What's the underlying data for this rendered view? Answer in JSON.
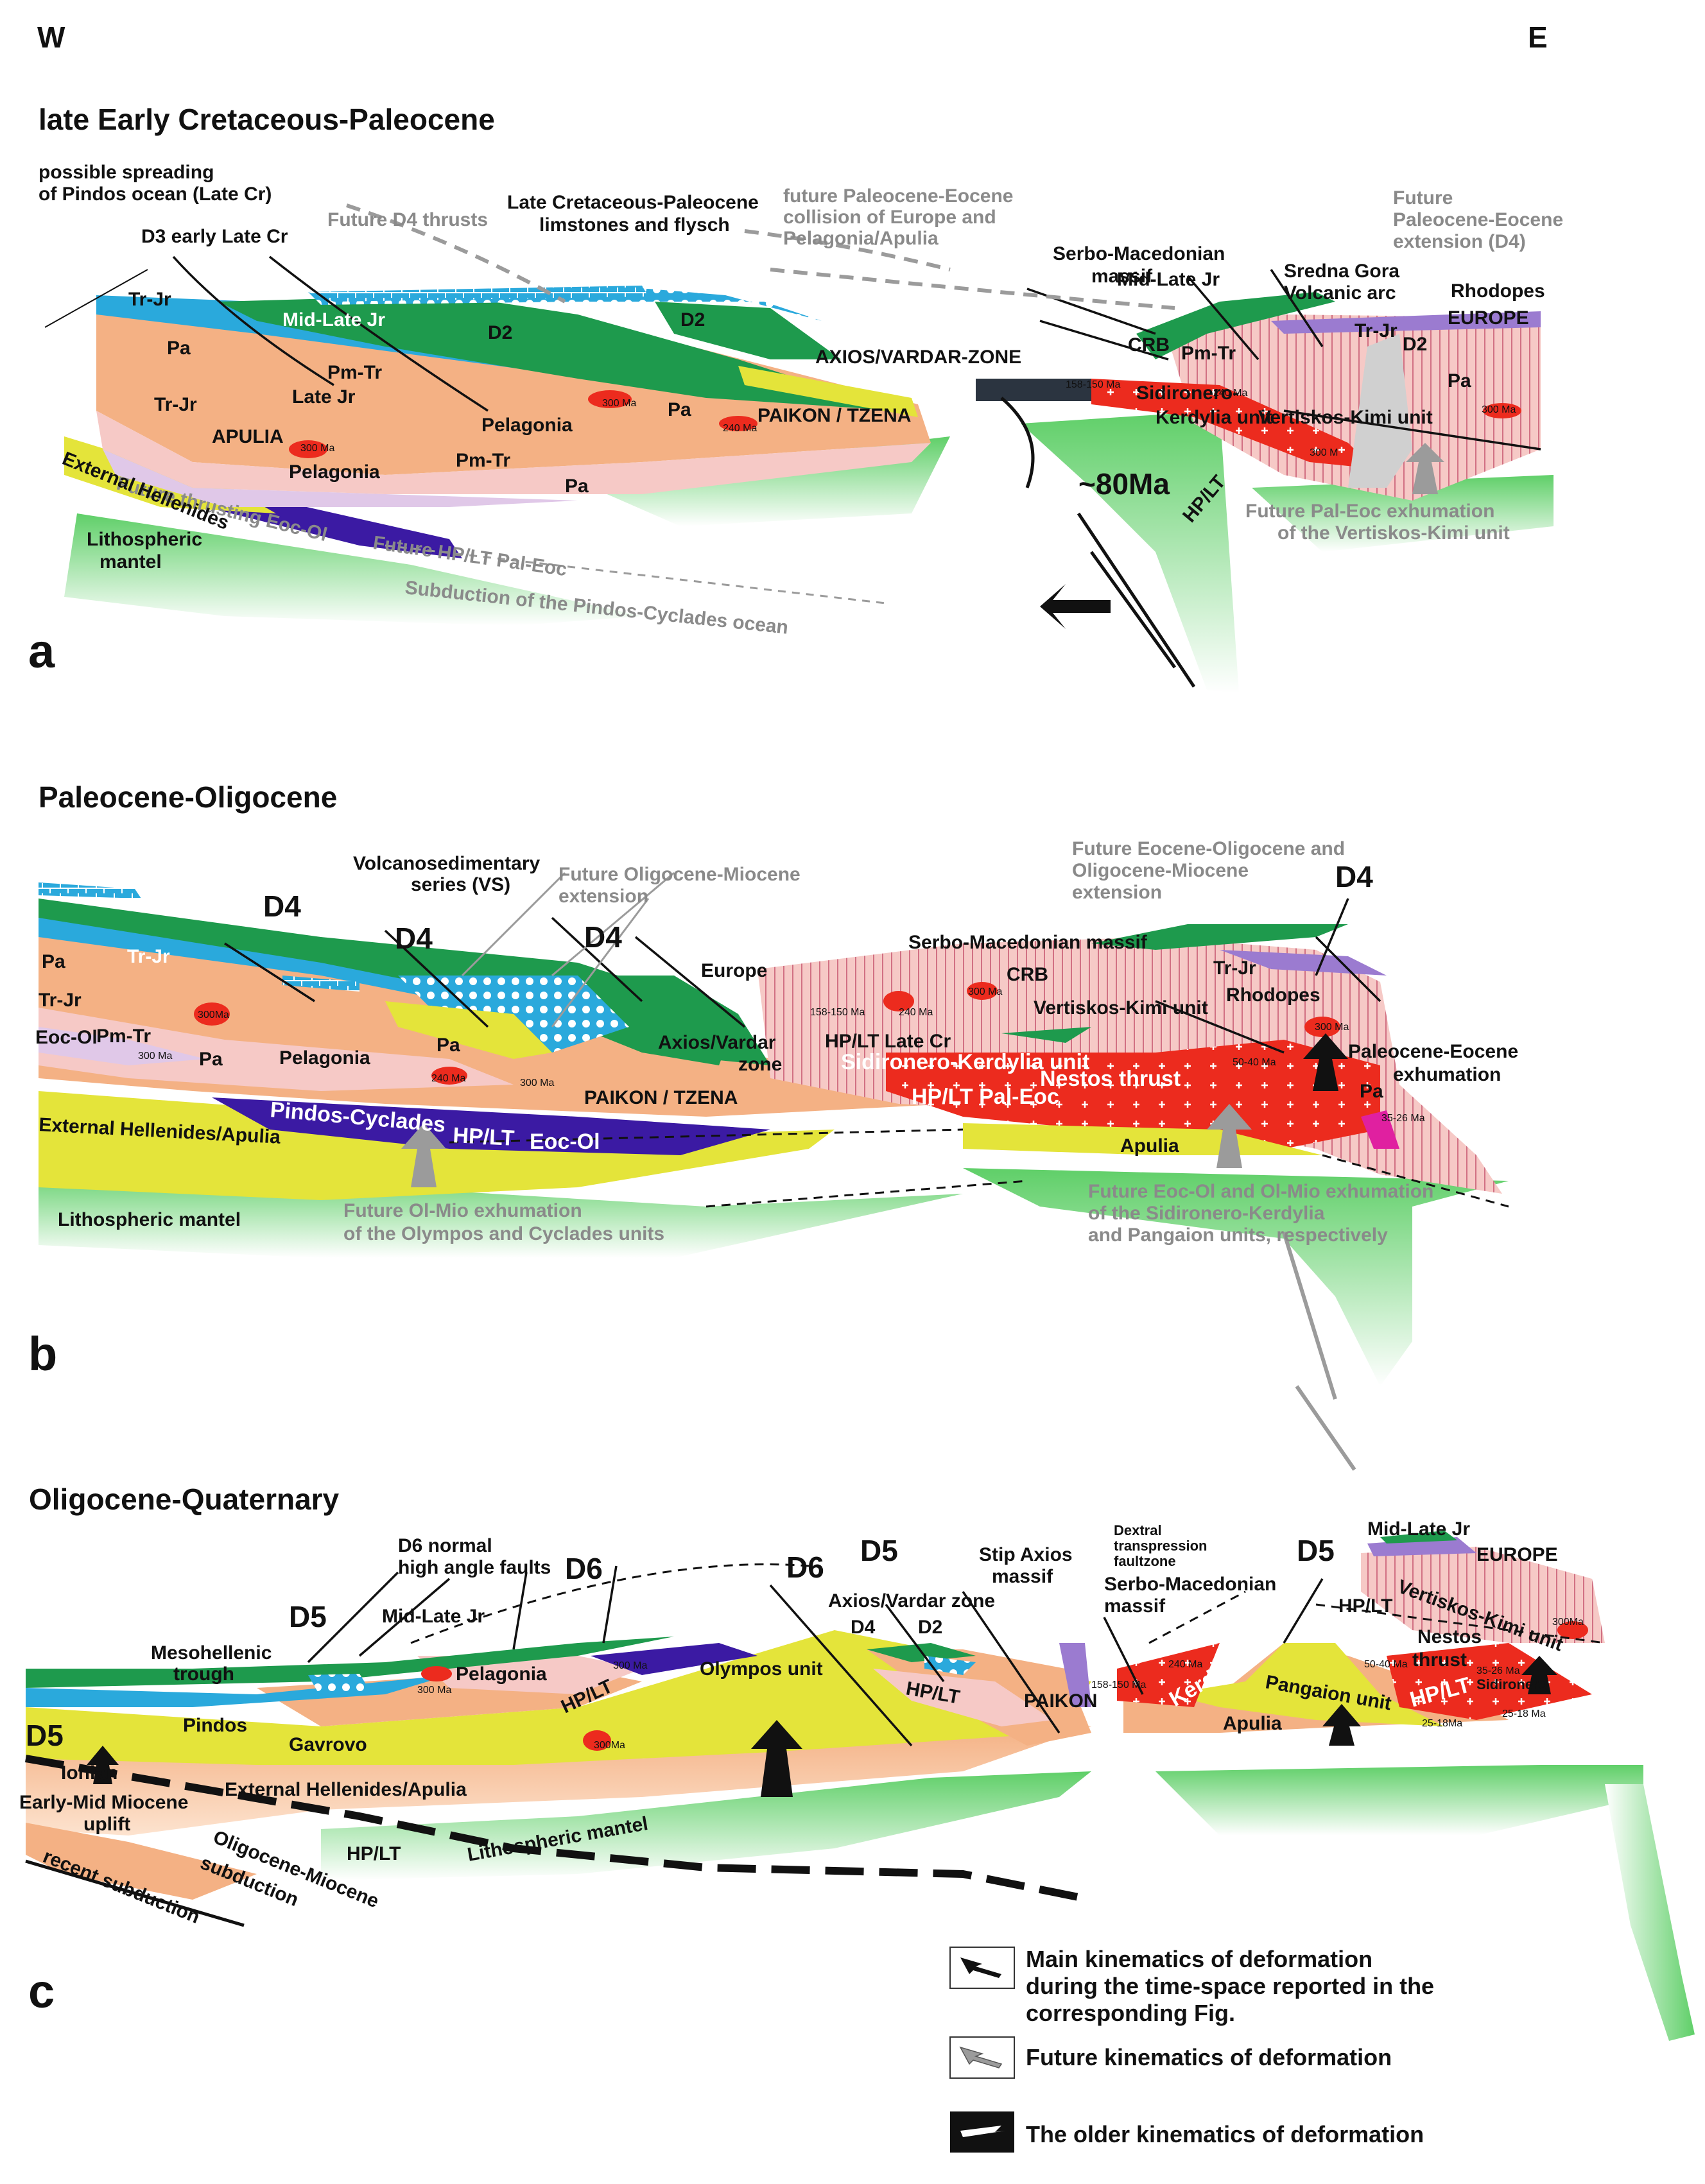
{
  "corner_left": "W",
  "corner_right": "E",
  "panels": [
    {
      "letter": "a",
      "title": "late Early Cretaceous-Paleocene",
      "labels": {
        "spreading": [
          "possible spreading",
          "of Pindos ocean (Late Cr)"
        ],
        "d3": "D3 early Late Cr",
        "future_d4": "Future D4 thrusts",
        "lcp": [
          "Late Cretaceous-Paleocene",
          "limstones and flysch"
        ],
        "collision": [
          "future Paleocene-Eocene",
          "collision of Europe and",
          "Pelagonia/Apulia"
        ],
        "extension": [
          "Future",
          "Paleocene-Eocene",
          "extension (D4)"
        ],
        "serbo": [
          "Serbo-Macedonian",
          "massif"
        ],
        "mid_late_jr_e": "Mid-Late Jr",
        "sredna": [
          "Sredna Gora",
          "Volcanic arc"
        ],
        "rhodopes": "Rhodopes",
        "europe": "EUROPE",
        "tr_jr_w": "Tr-Jr",
        "mid_late_jr": "Mid-Late Jr",
        "pa_1": "Pa",
        "d2_w": "D2",
        "d2_c": "D2",
        "pm_tr_1": "Pm-Tr",
        "tr_jr_2": "Tr-Jr",
        "late_jr": "Late Jr",
        "apulia": "APULIA",
        "ma300_1": "300 Ma",
        "pelagonia_1": "Pelagonia",
        "pelagonia_2": "Pelagonia",
        "ma300_2": "300 Ma",
        "pa_2": "Pa",
        "ma240_1": "240 Ma",
        "pm_tr_2": "Pm-Tr",
        "pa_3": "Pa",
        "axios": "AXIOS/VARDAR-ZONE",
        "paikon": "PAIKON / TZENA",
        "crb": "CRB",
        "pm_tr_e": "Pm-Tr",
        "ma240_e": "240 Ma",
        "tr_jr_e": "Tr-Jr",
        "d2_e": "D2",
        "pa_e": "Pa",
        "ma_158": "158-150 Ma",
        "sidironero": [
          "Sidironero-",
          "Kerdylia unit"
        ],
        "vertiskos": "Vertiskos-Kimi unit",
        "ma300_e": "300 Ma",
        "ma300_e2": "300 M",
        "ma80": "~80Ma",
        "hplt_e": "HP/LT",
        "future_exh": [
          "Future Pal-Eoc exhumation",
          "of the Vertiskos-Kimi unit"
        ],
        "future_thrust": "Future thrusting Eoc-Ol",
        "external": "External Hellenides",
        "future_hplt": "Future HP/LT Pal-Eoc",
        "litho": [
          "Lithospheric",
          "mantel"
        ],
        "subduction": "Subduction of the Pindos-Cyclades ocean"
      }
    },
    {
      "letter": "b",
      "title": "Paleocene-Oligocene",
      "labels": {
        "volcano": [
          "Volcanosedimentary",
          "series (VS)"
        ],
        "future_ol": [
          "Future Oligocene-Miocene",
          "extension"
        ],
        "future_eo": [
          "Future Eocene-Oligocene and",
          "Oligocene-Miocene",
          "extension"
        ],
        "d4_1": "D4",
        "d4_2": "D4",
        "d4_3": "D4",
        "d4_4": "D4",
        "serbo": "Serbo-Macedonian massif",
        "europe": "Europe",
        "crb": "CRB",
        "pa_1": "Pa",
        "tr_jr_1": "Tr-Jr",
        "tr_jr_2": "Tr-Jr",
        "ma300_1": "300Ma",
        "pm_tr": "Pm-Tr",
        "eoc_ol_w": "Eoc-Ol",
        "ma300_2": "300 Ma",
        "pa_2": "Pa",
        "pelagonia": "Pelagonia",
        "pa_3": "Pa",
        "ma240_1": "240 Ma",
        "ma300_3": "300 Ma",
        "paikon": "PAIKON / TZENA",
        "axios": [
          "Axios/Vardar",
          "zone"
        ],
        "ma_158": "158-150 Ma",
        "ma240_2": "240 Ma",
        "ma300_4": "300 Ma",
        "vertiskos": "Vertiskos-Kimi unit",
        "tr_jr_e": "Tr-Jr",
        "rhodopes": "Rhodopes",
        "ma300_e": "300 Ma",
        "hplt_late": "HP/LT Late Cr",
        "sidironero": "Sidironero-Kerdylia unit",
        "ma5040": "50-40 Ma",
        "nestos": "Nestos thrust",
        "hplt_paleoc": "HP/LT Pal-Eoc",
        "pal_exh": [
          "Paleocene-Eocene",
          "exhumation"
        ],
        "pa_e": "Pa",
        "ma3526": "35-26 Ma",
        "pindos": "Pindos-Cyclades",
        "hplt_w": "HP/LT",
        "eoc_ol": "Eoc-Ol",
        "external": "External Hellenides/Apulia",
        "apulia": "Apulia",
        "litho": "Lithospheric mantel",
        "future_olmio": [
          "Future Ol-Mio exhumation",
          "of the Olympos and Cyclades units"
        ],
        "future_eoc": [
          "Future Eoc-Ol and Ol-Mio exhumation",
          "of the Sidironero-Kerdylia",
          "and Pangaion units, respectively"
        ]
      }
    },
    {
      "letter": "c",
      "title": "Oligocene-Quaternary",
      "labels": {
        "d6_normal": [
          "D6 normal",
          "high angle faults"
        ],
        "d6_1": "D6",
        "d6_2": "D6",
        "d5_1": "D5",
        "d5_2": "D5",
        "d5_3": "D5",
        "d5_w": "D5",
        "d4": "D4",
        "d2": "D2",
        "stip": [
          "Stip Axios",
          "massif"
        ],
        "dextral": [
          "Dextral",
          "transpression",
          "faultzone"
        ],
        "serbo": [
          "Serbo-Macedonian",
          "massif"
        ],
        "mid_late_jr_e": "Mid-Late Jr",
        "europe": "EUROPE",
        "mesohellenic": [
          "Mesohellenic",
          "trough"
        ],
        "mid_late_jr": "Mid-Late Jr",
        "axios": "Axios/Vardar zone",
        "pelagonia": "Pelagonia",
        "ma300_1": "300 Ma",
        "ma300_2": "300 Ma",
        "olympos": "Olympos unit",
        "hplt_1": "HP/LT",
        "hplt_2": "HP/LT",
        "paikon": "PAIKON",
        "ma_158": "158-150 Ma",
        "ma240": "240 Ma",
        "kerdylia": "Kerdylia",
        "hplt_e": "HP/LT",
        "vertiskos": "Vertiskos-Kimi unit",
        "ma300_e": "300Ma",
        "nestos": [
          "Nestos",
          "thrust"
        ],
        "ma5040": "50-40 Ma",
        "ma3526": "35-26 Ma",
        "sidironero": "Sidironero",
        "pangaion": "Pangaion unit",
        "hplt_e2": "HP/LT",
        "ma2518a": "25-18Ma",
        "ma2518b": "25-18 Ma",
        "apulia": "Apulia",
        "pindos": "Pindos",
        "gavrovo": "Gavrovo",
        "ionian": "Ionian",
        "ma300_3": "300Ma",
        "external": "External Hellenides/Apulia",
        "early_mid": [
          "Early-Mid Miocene",
          "uplift"
        ],
        "olig_mio": [
          "Oligocene-Miocene",
          "subduction"
        ],
        "hplt_sub": "HP/LT",
        "recent": "recent subduction",
        "litho": "Lithospheric mantel"
      }
    }
  ],
  "legend": {
    "main": [
      "Main kinematics of deformation",
      "during the time-space reported in the",
      "corresponding Fig."
    ],
    "future": "Future kinematics of deformation",
    "older": "The older kinematics of deformation"
  },
  "colors": {
    "peach": "#f4b184",
    "pink": "#f6c9c6",
    "red": "#ec2b1e",
    "green": "#1e9a4d",
    "light_green": "#86d58a",
    "yellow": "#e4e43a",
    "purple": "#3b1aa3",
    "lavender": "#e0c8e8",
    "cyan": "#2aa9dc",
    "violet": "#9b7bd0",
    "dark": "#2b3440"
  }
}
